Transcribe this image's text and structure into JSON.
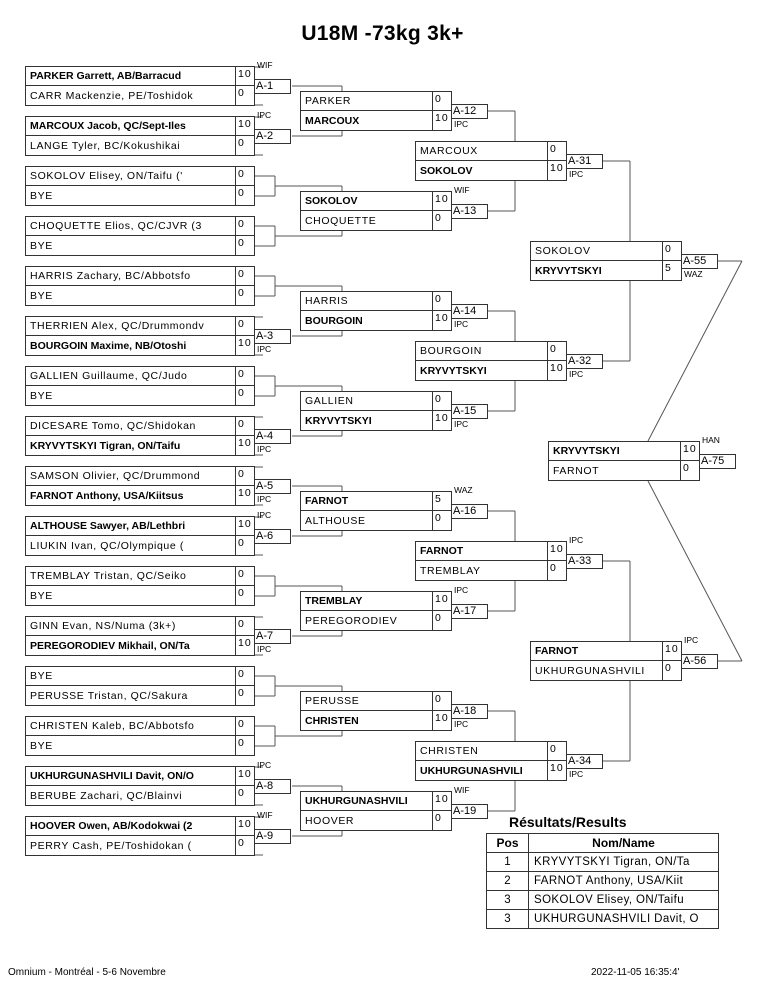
{
  "title": "U18M -73kg 3k+",
  "footer": {
    "event": "Omnium - Montréal - 5-6 Novembre",
    "timestamp": "2022-11-05 16:35:4'"
  },
  "rounds": [
    {
      "name": "round-1",
      "matches": [
        {
          "id": "A-1",
          "method": "WIF",
          "method_pos": "above",
          "p1": {
            "name": "PARKER Garrett, AB/Barracud",
            "score": "10",
            "winner": true
          },
          "p2": {
            "name": "CARR Mackenzie, PE/Toshidok",
            "score": "0",
            "winner": false
          }
        },
        {
          "id": "A-2",
          "method": "IPC",
          "method_pos": "above",
          "p1": {
            "name": "MARCOUX Jacob, QC/Sept-Iles",
            "score": "10",
            "winner": true
          },
          "p2": {
            "name": "LANGE Tyler, BC/Kokushikai",
            "score": "0",
            "winner": false
          }
        },
        {
          "id": "",
          "method": "",
          "p1": {
            "name": "SOKOLOV Elisey, ON/Taifu ('",
            "score": "0",
            "winner": false
          },
          "p2": {
            "name": "BYE",
            "score": "0",
            "winner": false
          }
        },
        {
          "id": "",
          "method": "",
          "p1": {
            "name": "CHOQUETTE Elios, QC/CJVR (3",
            "score": "0",
            "winner": false
          },
          "p2": {
            "name": "BYE",
            "score": "0",
            "winner": false
          }
        },
        {
          "id": "",
          "method": "",
          "p1": {
            "name": "HARRIS Zachary, BC/Abbotsfo",
            "score": "0",
            "winner": false
          },
          "p2": {
            "name": "BYE",
            "score": "0",
            "winner": false
          }
        },
        {
          "id": "A-3",
          "method": "IPC",
          "method_pos": "below",
          "p1": {
            "name": "THERRIEN Alex, QC/Drummondv",
            "score": "0",
            "winner": false
          },
          "p2": {
            "name": "BOURGOIN Maxime, NB/Otoshi",
            "score": "10",
            "winner": true
          }
        },
        {
          "id": "",
          "method": "",
          "p1": {
            "name": "GALLIEN Guillaume, QC/Judo",
            "score": "0",
            "winner": false
          },
          "p2": {
            "name": "BYE",
            "score": "0",
            "winner": false
          }
        },
        {
          "id": "A-4",
          "method": "IPC",
          "method_pos": "below",
          "p1": {
            "name": "DICESARE Tomo, QC/Shidokan",
            "score": "0",
            "winner": false
          },
          "p2": {
            "name": "KRYVYTSKYI Tigran, ON/Taifu",
            "score": "10",
            "winner": true
          }
        },
        {
          "id": "A-5",
          "method": "IPC",
          "method_pos": "below",
          "p1": {
            "name": "SAMSON Olivier, QC/Drummond",
            "score": "0",
            "winner": false
          },
          "p2": {
            "name": "FARNOT Anthony, USA/Kiitsus",
            "score": "10",
            "winner": true
          }
        },
        {
          "id": "A-6",
          "method": "IPC",
          "method_pos": "above",
          "p1": {
            "name": "ALTHOUSE Sawyer, AB/Lethbri",
            "score": "10",
            "winner": true
          },
          "p2": {
            "name": "LIUKIN Ivan, QC/Olympique (",
            "score": "0",
            "winner": false
          }
        },
        {
          "id": "",
          "method": "",
          "p1": {
            "name": "TREMBLAY Tristan, QC/Seiko",
            "score": "0",
            "winner": false
          },
          "p2": {
            "name": "BYE",
            "score": "0",
            "winner": false
          }
        },
        {
          "id": "A-7",
          "method": "IPC",
          "method_pos": "below",
          "p1": {
            "name": "GINN Evan, NS/Numa (3k+)",
            "score": "0",
            "winner": false
          },
          "p2": {
            "name": "PEREGORODIEV Mikhail, ON/Ta",
            "score": "10",
            "winner": true
          }
        },
        {
          "id": "",
          "method": "",
          "p1": {
            "name": "BYE",
            "score": "0",
            "winner": false
          },
          "p2": {
            "name": "PERUSSE Tristan, QC/Sakura",
            "score": "0",
            "winner": false
          }
        },
        {
          "id": "",
          "method": "",
          "p1": {
            "name": "CHRISTEN Kaleb, BC/Abbotsfo",
            "score": "0",
            "winner": false
          },
          "p2": {
            "name": "BYE",
            "score": "0",
            "winner": false
          }
        },
        {
          "id": "A-8",
          "method": "IPC",
          "method_pos": "above",
          "p1": {
            "name": "UKHURGUNASHVILI Davit, ON/O",
            "score": "10",
            "winner": true
          },
          "p2": {
            "name": "BERUBE Zachari, QC/Blainvi",
            "score": "0",
            "winner": false
          }
        },
        {
          "id": "A-9",
          "method": "WIF",
          "method_pos": "above",
          "p1": {
            "name": "HOOVER Owen, AB/Kodokwai (2",
            "score": "10",
            "winner": true
          },
          "p2": {
            "name": "PERRY Cash, PE/Toshidokan (",
            "score": "0",
            "winner": false
          }
        }
      ]
    },
    {
      "name": "round-2",
      "matches": [
        {
          "id": "A-12",
          "method": "IPC",
          "method_pos": "below",
          "p1": {
            "name": "PARKER",
            "score": "0",
            "winner": false
          },
          "p2": {
            "name": "MARCOUX",
            "score": "10",
            "winner": true
          }
        },
        {
          "id": "A-13",
          "method": "WIF",
          "method_pos": "above",
          "p1": {
            "name": "SOKOLOV",
            "score": "10",
            "winner": true
          },
          "p2": {
            "name": "CHOQUETTE",
            "score": "0",
            "winner": false
          }
        },
        {
          "id": "A-14",
          "method": "IPC",
          "method_pos": "below",
          "p1": {
            "name": "HARRIS",
            "score": "0",
            "winner": false
          },
          "p2": {
            "name": "BOURGOIN",
            "score": "10",
            "winner": true
          }
        },
        {
          "id": "A-15",
          "method": "IPC",
          "method_pos": "below",
          "p1": {
            "name": "GALLIEN",
            "score": "0",
            "winner": false
          },
          "p2": {
            "name": "KRYVYTSKYI",
            "score": "10",
            "winner": true
          }
        },
        {
          "id": "A-16",
          "method": "WAZ",
          "method_pos": "above",
          "p1": {
            "name": "FARNOT",
            "score": "5",
            "winner": true
          },
          "p2": {
            "name": "ALTHOUSE",
            "score": "0",
            "winner": false
          }
        },
        {
          "id": "A-17",
          "method": "IPC",
          "method_pos": "above",
          "p1": {
            "name": "TREMBLAY",
            "score": "10",
            "winner": true
          },
          "p2": {
            "name": "PEREGORODIEV",
            "score": "0",
            "winner": false
          }
        },
        {
          "id": "A-18",
          "method": "IPC",
          "method_pos": "below",
          "p1": {
            "name": "PERUSSE",
            "score": "0",
            "winner": false
          },
          "p2": {
            "name": "CHRISTEN",
            "score": "10",
            "winner": true
          }
        },
        {
          "id": "A-19",
          "method": "WIF",
          "method_pos": "above",
          "p1": {
            "name": "UKHURGUNASHVILI",
            "score": "10",
            "winner": true
          },
          "p2": {
            "name": "HOOVER",
            "score": "0",
            "winner": false
          }
        }
      ]
    },
    {
      "name": "quarterfinal",
      "matches": [
        {
          "id": "A-31",
          "method": "IPC",
          "method_pos": "below",
          "p1": {
            "name": "MARCOUX",
            "score": "0",
            "winner": false
          },
          "p2": {
            "name": "SOKOLOV",
            "score": "10",
            "winner": true
          }
        },
        {
          "id": "A-32",
          "method": "IPC",
          "method_pos": "below",
          "p1": {
            "name": "BOURGOIN",
            "score": "0",
            "winner": false
          },
          "p2": {
            "name": "KRYVYTSKYI",
            "score": "10",
            "winner": true
          }
        },
        {
          "id": "A-33",
          "method": "IPC",
          "method_pos": "above",
          "p1": {
            "name": "FARNOT",
            "score": "10",
            "winner": true
          },
          "p2": {
            "name": "TREMBLAY",
            "score": "0",
            "winner": false
          }
        },
        {
          "id": "A-34",
          "method": "IPC",
          "method_pos": "below",
          "p1": {
            "name": "CHRISTEN",
            "score": "0",
            "winner": false
          },
          "p2": {
            "name": "UKHURGUNASHVILI",
            "score": "10",
            "winner": true
          }
        }
      ]
    },
    {
      "name": "semifinal",
      "matches": [
        {
          "id": "A-55",
          "method": "WAZ",
          "method_pos": "below",
          "p1": {
            "name": "SOKOLOV",
            "score": "0",
            "winner": false
          },
          "p2": {
            "name": "KRYVYTSKYI",
            "score": "5",
            "winner": true
          }
        },
        {
          "id": "A-56",
          "method": "IPC",
          "method_pos": "above",
          "p1": {
            "name": "FARNOT",
            "score": "10",
            "winner": true
          },
          "p2": {
            "name": "UKHURGUNASHVILI",
            "score": "0",
            "winner": false
          }
        }
      ]
    },
    {
      "name": "final",
      "matches": [
        {
          "id": "A-75",
          "method": "HAN",
          "method_pos": "above",
          "p1": {
            "name": "KRYVYTSKYI",
            "score": "10",
            "winner": true
          },
          "p2": {
            "name": "FARNOT",
            "score": "0",
            "winner": false
          }
        }
      ]
    }
  ],
  "results": {
    "title": "Résultats/Results",
    "headers": {
      "pos": "Pos",
      "name": "Nom/Name"
    },
    "rows": [
      {
        "pos": "1",
        "name": "KRYVYTSKYI Tigran, ON/Ta"
      },
      {
        "pos": "2",
        "name": "FARNOT Anthony, USA/Kiit"
      },
      {
        "pos": "3",
        "name": "SOKOLOV Elisey, ON/Taifu"
      },
      {
        "pos": "3",
        "name": "UKHURGUNASHVILI Davit, O"
      }
    ]
  }
}
